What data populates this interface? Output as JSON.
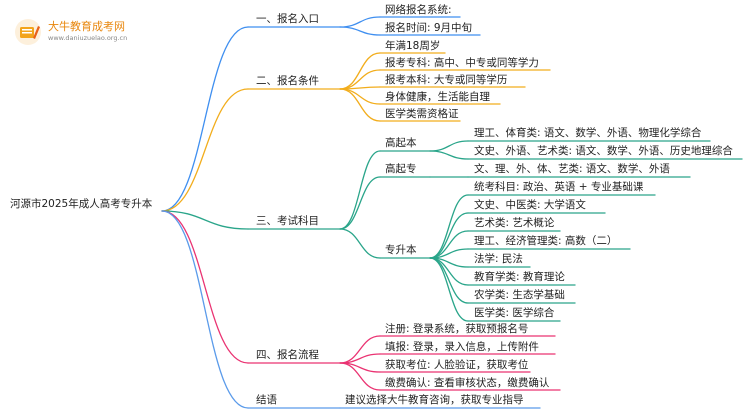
{
  "colors": {
    "entry": "#3f8ff0",
    "conditions": "#f2ad1c",
    "subjects": "#2aa58a",
    "process": "#ea3372",
    "conclusion": "#5b9bea"
  },
  "brand": {
    "title": "大牛教育成考网",
    "url": "www.daniuzuelao.org.cn",
    "icon": "book-pencil-icon"
  },
  "root": {
    "label": "河源市2025年成人高考专升本"
  },
  "branches": {
    "entry": {
      "label": "一、报名入口",
      "items": [
        "网络报名系统:",
        "报名时间: 9月中旬"
      ]
    },
    "conditions": {
      "label": "二、报名条件",
      "items": [
        "年满18周岁",
        "报考专科: 高中、中专或同等学力",
        "报考本科: 大专或同等学历",
        "身体健康，生活能自理",
        "医学类需资格证"
      ]
    },
    "subjects": {
      "label": "三、考试科目",
      "groups": [
        {
          "label": "高起本",
          "items": [
            "理工、体育类: 语文、数学、外语、物理化学综合",
            "文史、外语、艺术类: 语文、数学、外语、历史地理综合"
          ]
        },
        {
          "label": "高起专",
          "items": [
            "文、理、外、体、艺类: 语文、数学、外语"
          ]
        },
        {
          "label": "专升本",
          "items": [
            "统考科目: 政治、英语 + 专业基础课",
            "文史、中医类: 大学语文",
            "艺术类: 艺术概论",
            "理工、经济管理类: 高数（二）",
            "法学: 民法",
            "教育学类: 教育理论",
            "农学类: 生态学基础",
            "医学类: 医学综合"
          ]
        }
      ]
    },
    "process": {
      "label": "四、报名流程",
      "items": [
        "注册: 登录系统，获取预报名号",
        "填报: 登录，录入信息，上传附件",
        "获取考位: 人脸验证，获取考位",
        "缴费确认: 查看审核状态，缴费确认"
      ]
    },
    "conclusion": {
      "label": "结语",
      "items": [
        "建议选择大牛教育咨询，获取专业指导"
      ]
    }
  }
}
